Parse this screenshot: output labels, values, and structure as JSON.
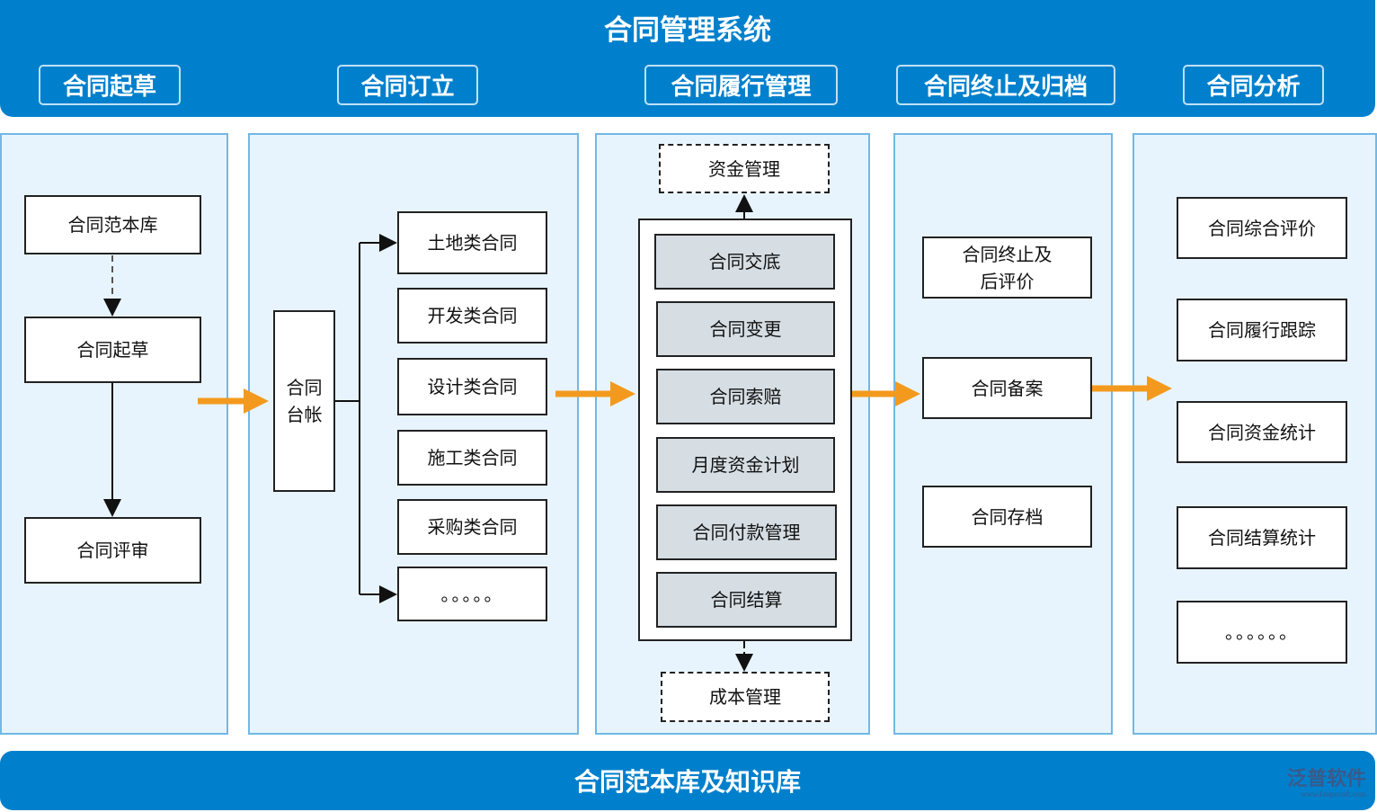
{
  "header": {
    "title": "合同管理系统",
    "tabs": [
      "合同起草",
      "合同订立",
      "合同履行管理",
      "合同终止及归档",
      "合同分析"
    ]
  },
  "drafting": {
    "items": [
      "合同范本库",
      "合同起草",
      "合同评审"
    ]
  },
  "signing": {
    "ledger": "合同\n台帐",
    "items": [
      "土地类合同",
      "开发类合同",
      "设计类合同",
      "施工类合同",
      "采购类合同",
      "。。。。。"
    ]
  },
  "performance": {
    "top": "资金管理",
    "items": [
      "合同交底",
      "合同变更",
      "合同索赔",
      "月度资金计划",
      "合同付款管理",
      "合同结算"
    ],
    "bottom": "成本管理"
  },
  "termination": {
    "items": [
      "合同终止及\n后评价",
      "合同备案",
      "合同存档"
    ]
  },
  "analysis": {
    "items": [
      "合同综合评价",
      "合同履行跟踪",
      "合同资金统计",
      "合同结算统计",
      "。。。。。。"
    ]
  },
  "footer": {
    "label": "合同范本库及知识库"
  },
  "logo": {
    "name": "泛普软件",
    "url_text": "www.fanpusoft.com"
  },
  "colors": {
    "header": "#0080cc",
    "panel": "#e8f4fd",
    "arrow": "#f39a1e",
    "grey_box": "#d6dee4"
  }
}
